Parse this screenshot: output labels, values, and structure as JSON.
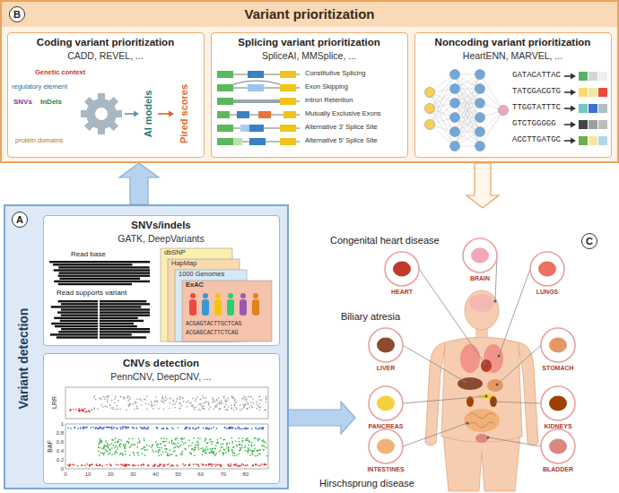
{
  "diagram": {
    "nodes": [
      {
        "text": [
          "Variant prioritization",
          "B"
        ]
      },
      {
        "text": [
          "Coding variant prioritization",
          "CADD, REVEL, ..."
        ],
        "in": 0
      },
      {
        "text": [
          "Splicing variant prioritization",
          "SpliceAI, MMSplice, ..."
        ],
        "in": 0
      },
      {
        "text": [
          "Noncoding variant prioritization",
          "HeartENN, MARVEL, ..."
        ],
        "in": 0
      },
      {
        "text": [
          "Variant detection",
          "A"
        ]
      },
      {
        "text": [
          "SNVs/indels",
          "GATK, DeepVariants"
        ],
        "in": 4
      },
      {
        "text": [
          "CNVs detection",
          "PennCNV, DeepCNV, ..."
        ],
        "in": 4
      },
      {
        "text": [
          "C"
        ]
      },
      {
        "text": [
          "HEART"
        ],
        "in": 7
      },
      {
        "text": [
          "BRAIN"
        ],
        "in": 7
      },
      {
        "text": [
          "LUNGS"
        ],
        "in": 7
      },
      {
        "text": [
          "LIVER"
        ],
        "in": 7
      },
      {
        "text": [
          "STOMACH"
        ],
        "in": 7
      },
      {
        "text": [
          "PANCREAS"
        ],
        "in": 7
      },
      {
        "text": [
          "KIDNEYS"
        ],
        "in": 7
      },
      {
        "text": [
          "INTESTINES"
        ],
        "in": 7
      },
      {
        "text": [
          "BLADDER"
        ],
        "in": 7
      }
    ],
    "edges": [
      {
        "from": 4,
        "to": 0,
        "arrow": "to"
      },
      {
        "from": 0,
        "to": 7,
        "arrow": "to"
      },
      {
        "from": 6,
        "to": 7,
        "arrow": "to"
      }
    ],
    "labels": [
      "Genetic context",
      "regulatory element",
      "SNVs",
      "InDels",
      "protein domains",
      "AI models",
      "Pired scores",
      "Constitutive Splicing",
      "Exon Skipping",
      "Intron Retention",
      "Mutually Exclusive Exons",
      "Alternative 3' Splice Site",
      "Alternative 5' Splice Site",
      "GATACATTAC",
      "TATCGACGTG",
      "TTGGTATTTC",
      "GTCTGGGGG",
      "ACCTTGATGC",
      "Read base",
      "Read supports variant",
      "dbSNP",
      "HapMap",
      "1000 Genomes",
      "ExAC",
      "ACGAGTACTTGCTCAG",
      "ACGAGCACTTCTCAG",
      "LRR",
      "BAF",
      "0",
      "0.2",
      "0.4",
      "0.6",
      "0.8",
      "1",
      "0",
      "10",
      "20",
      "30",
      "40",
      "50",
      "60",
      "70",
      "80",
      "Congenital heart disease",
      "Biliary atresia",
      "Hirschsprung disease"
    ]
  }
}
